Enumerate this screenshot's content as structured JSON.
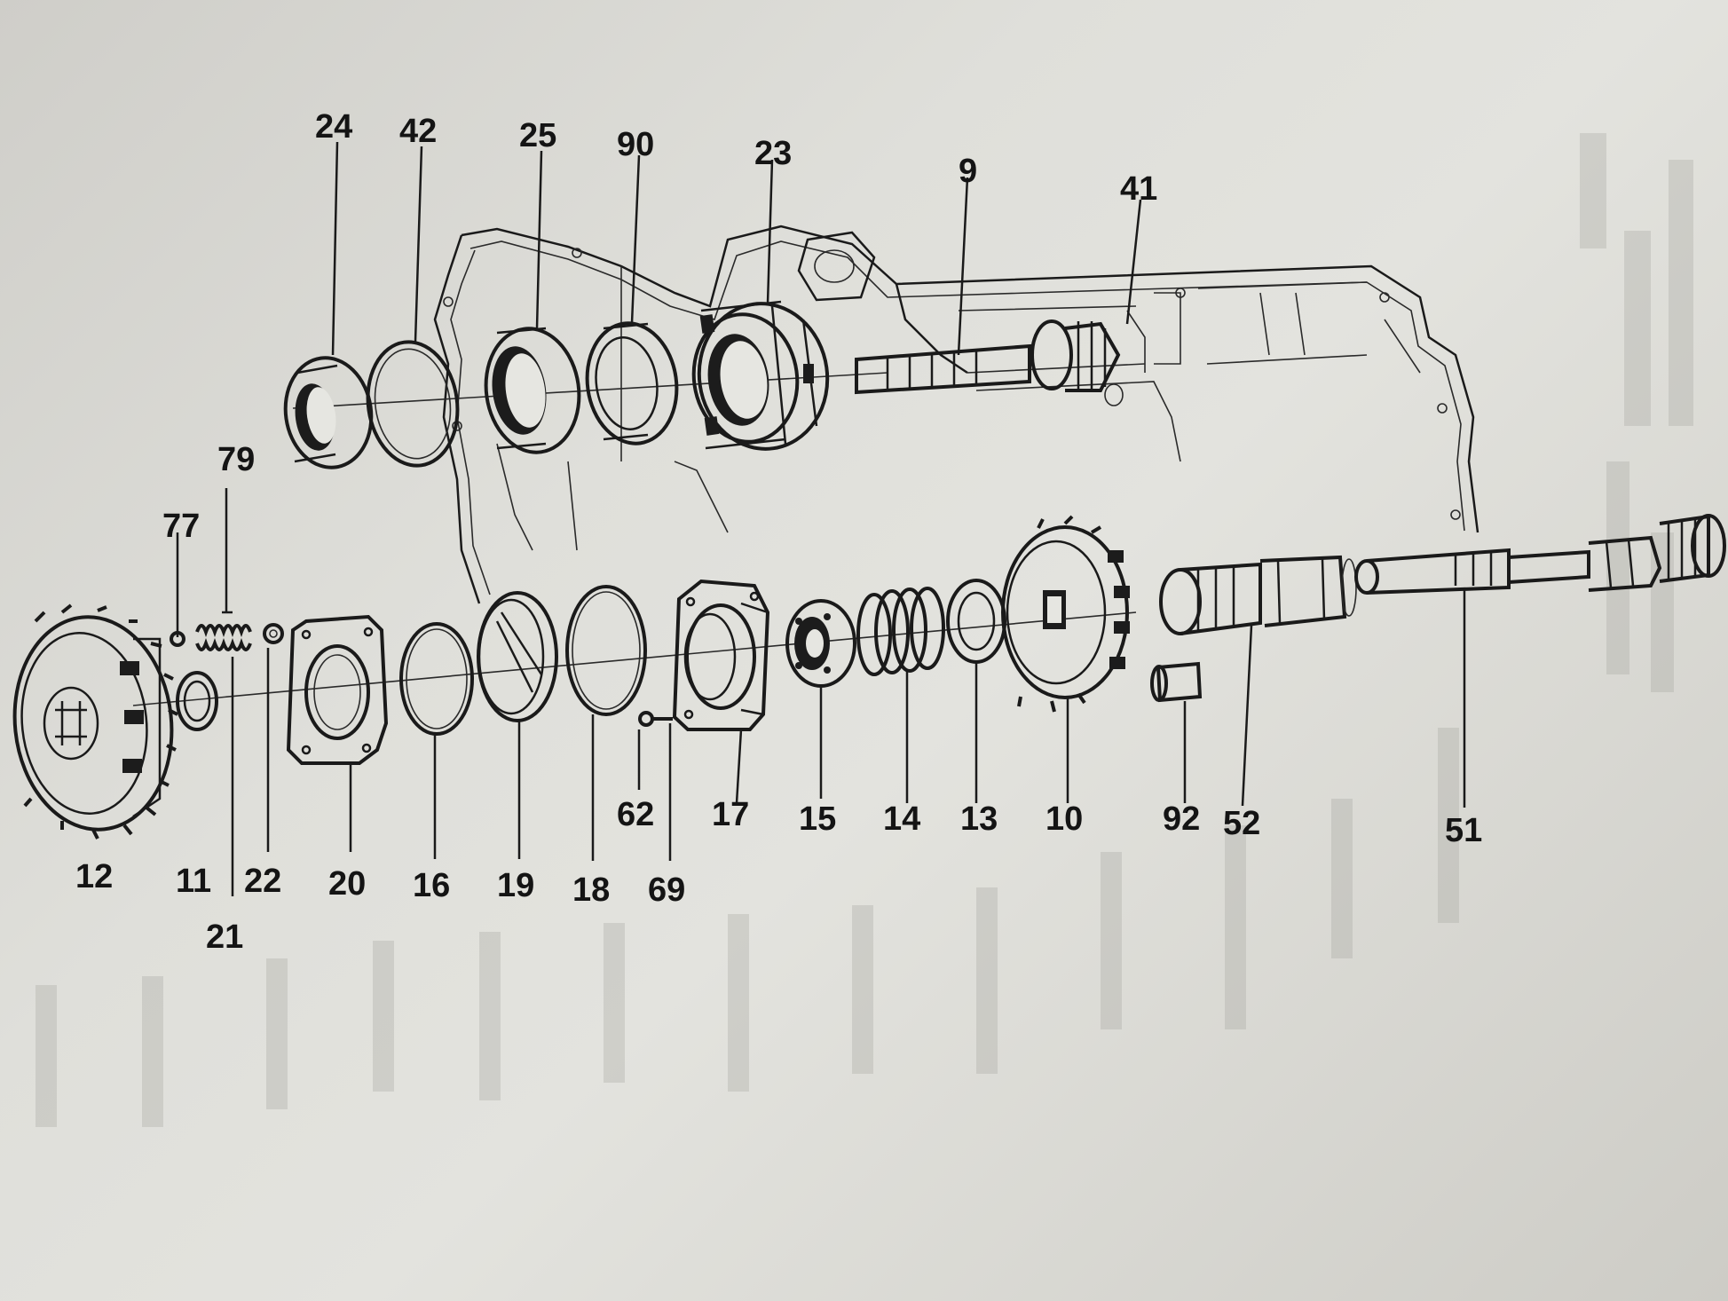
{
  "diagram": {
    "part_numbers": {
      "p24": "24",
      "p42": "42",
      "p25": "25",
      "p90": "90",
      "p23": "23",
      "p9": "9",
      "p41": "41",
      "p79": "79",
      "p77": "77",
      "p12": "12",
      "p11": "11",
      "p21": "21",
      "p22": "22",
      "p20": "20",
      "p16": "16",
      "p19": "19",
      "p18": "18",
      "p62": "62",
      "p69": "69",
      "p17": "17",
      "p15": "15",
      "p14": "14",
      "p13": "13",
      "p10": "10",
      "p92": "92",
      "p52": "52",
      "p51": "51"
    },
    "colors": {
      "ink": "#1a1a1a",
      "paper": "#dcdbd6"
    }
  }
}
